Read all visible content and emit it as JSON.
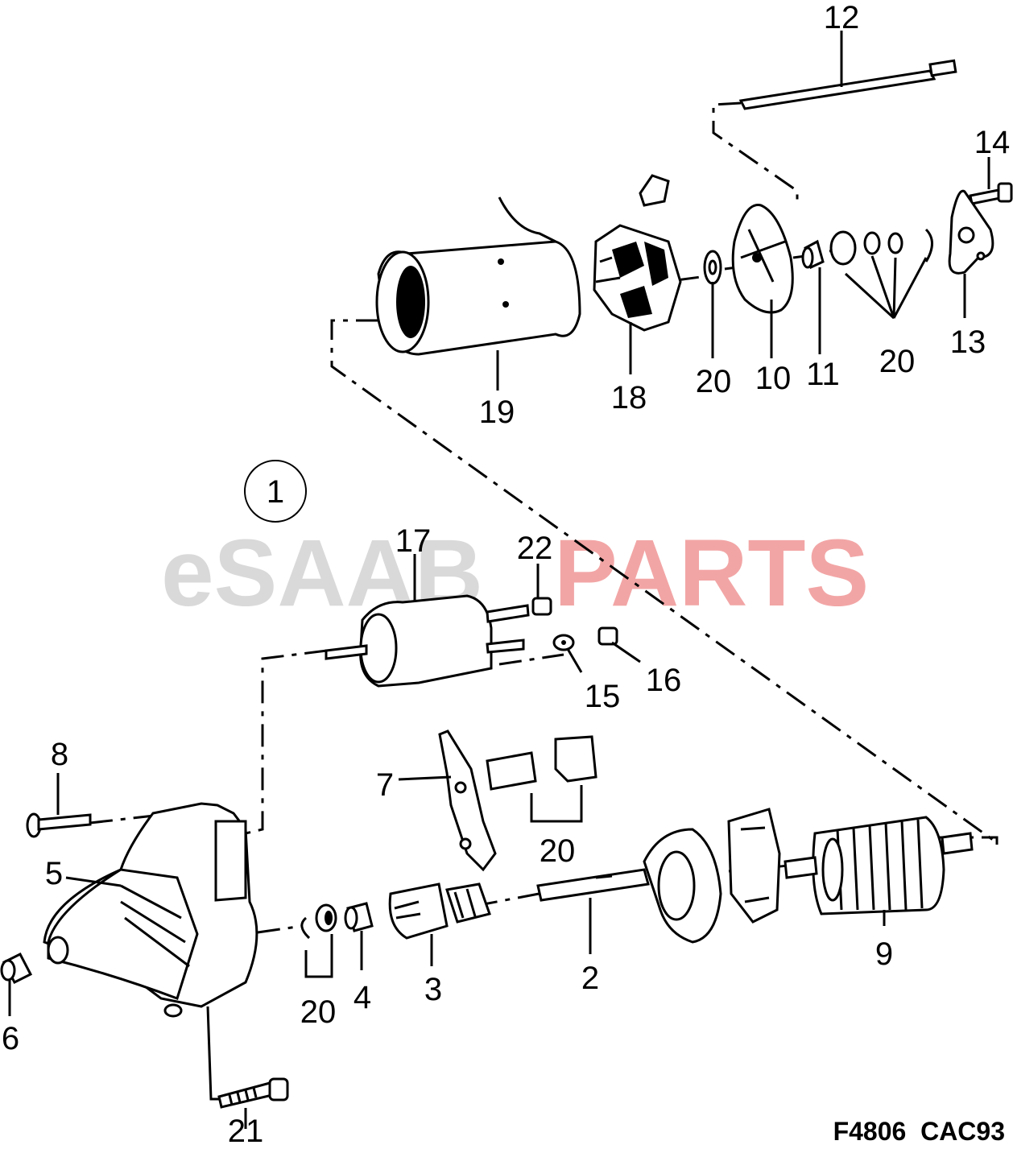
{
  "watermark": {
    "prefix": "eSAAB",
    "suffix": "PARTS",
    "prefix_color": "#d9d9d9",
    "suffix_color": "#f2a5a5"
  },
  "figure_code": "F4806  CAC93",
  "assembly_callout": "1",
  "callouts": {
    "c2": "2",
    "c3": "3",
    "c4": "4",
    "c5": "5",
    "c6": "6",
    "c7": "7",
    "c8": "8",
    "c9": "9",
    "c10": "10",
    "c11": "11",
    "c12": "12",
    "c13": "13",
    "c14": "14",
    "c15": "15",
    "c16": "16",
    "c17": "17",
    "c18": "18",
    "c19": "19",
    "c21": "21",
    "c22": "22",
    "c20a": "20",
    "c20b": "20",
    "c20c": "20",
    "c20d": "20"
  }
}
